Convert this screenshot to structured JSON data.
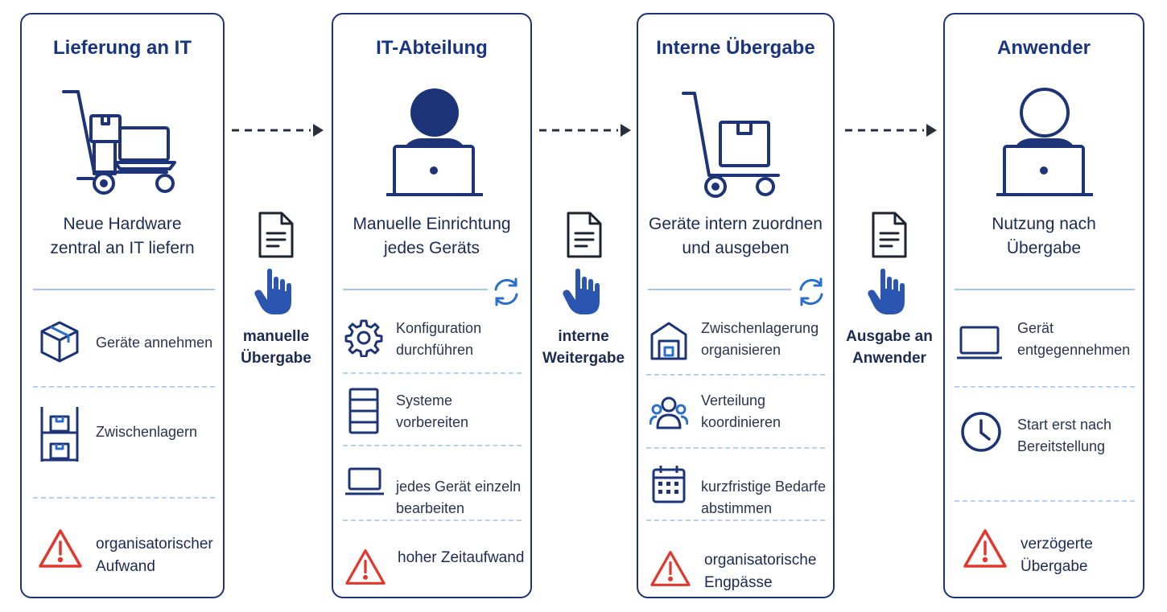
{
  "colors": {
    "navy": "#1e3478",
    "blue": "#2a6fc9",
    "red": "#e0382e",
    "separator": "#a7c6ea"
  },
  "columns": [
    {
      "title": "Lieferung an IT",
      "hero_icon": "cart-with-laptop-icon",
      "description_line1": "Neue Hardware",
      "description_line2": "zentral an IT liefern",
      "items": [
        {
          "icon": "package-icon",
          "line1": "Geräte annehmen",
          "line2": ""
        },
        {
          "icon": "shelf-icon",
          "line1": "Zwischenlagern",
          "line2": ""
        }
      ],
      "warning": {
        "icon": "warning-icon",
        "line1": "organisatorischer",
        "line2": "Aufwand"
      }
    },
    {
      "title": "IT-Abteilung",
      "hero_icon": "person-at-laptop-icon",
      "description_line1": "Manuelle Einrichtung",
      "description_line2": "jedes Geräts",
      "items": [
        {
          "icon": "gear-icon",
          "line1": "Konfiguration",
          "line2": "durchführen"
        },
        {
          "icon": "server-icon",
          "line1": "Systeme",
          "line2": "vorbereiten"
        },
        {
          "icon": "laptop-icon",
          "line1": "jedes Gerät einzeln",
          "line2": "bearbeiten"
        }
      ],
      "warning": {
        "icon": "warning-icon",
        "line1": "hoher Zeitaufwand",
        "line2": ""
      }
    },
    {
      "title": "Interne Übergabe",
      "hero_icon": "hand-truck-icon",
      "description_line1": "Geräte intern zuordnen",
      "description_line2": "und ausgeben",
      "items": [
        {
          "icon": "warehouse-icon",
          "line1": "Zwischenlagerung",
          "line2": "organisieren"
        },
        {
          "icon": "people-icon",
          "line1": "Verteilung",
          "line2": "koordinieren"
        },
        {
          "icon": "calendar-icon",
          "line1": "kurzfristige Bedarfe",
          "line2": "abstimmen"
        }
      ],
      "warning": {
        "icon": "warning-icon",
        "line1": "organisatorische",
        "line2": "Engpässe"
      }
    },
    {
      "title": "Anwender",
      "hero_icon": "user-at-laptop-icon",
      "description_line1": "Nutzung nach",
      "description_line2": "Übergabe",
      "items": [
        {
          "icon": "laptop-icon",
          "line1": "Gerät",
          "line2": "entgegennehmen"
        },
        {
          "icon": "clock-icon",
          "line1": "Start erst nach",
          "line2": "Bereitstellung"
        }
      ],
      "warning": {
        "icon": "warning-icon",
        "line1": "verzögerte",
        "line2": "Übergabe"
      }
    }
  ],
  "handoffs": [
    {
      "line1": "manuelle",
      "line2": "Übergabe",
      "icons": [
        "document-icon",
        "hand-pointer-icon"
      ]
    },
    {
      "line1": "interne",
      "line2": "Weitergabe",
      "icons": [
        "document-icon",
        "hand-pointer-icon"
      ]
    },
    {
      "line1": "Ausgabe an",
      "line2": "Anwender",
      "icons": [
        "document-icon",
        "hand-pointer-icon"
      ]
    }
  ]
}
